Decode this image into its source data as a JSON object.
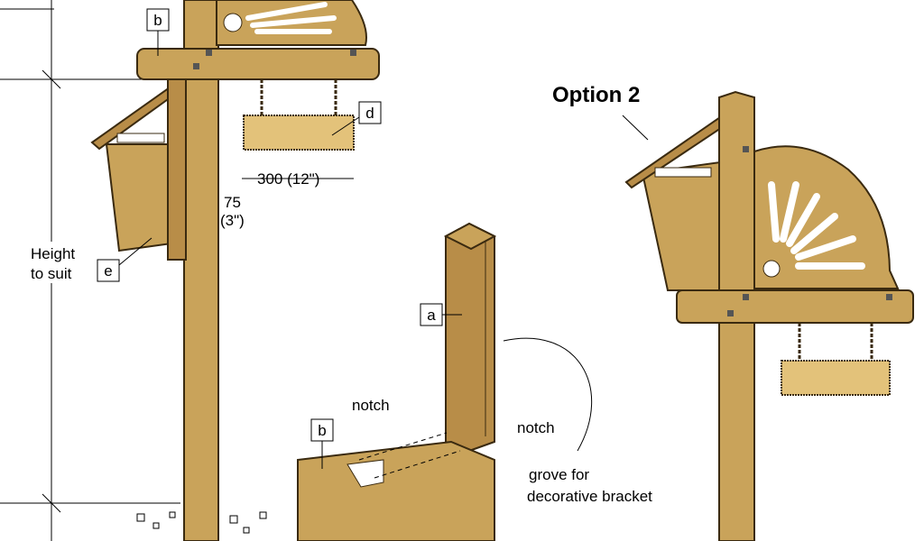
{
  "colors": {
    "wood_light": "#c9a35a",
    "wood_mid": "#b88d48",
    "wood_dark": "#9c7436",
    "outline": "#3a2a10",
    "sign": "#e3c27a"
  },
  "labels": {
    "part_a": "a",
    "part_b": "b",
    "part_b_detail": "b",
    "part_d": "d",
    "part_e": "e",
    "option2": "Option 2",
    "height_line1": "Height",
    "height_line2": "to suit",
    "dim_300": "300 (12\")",
    "dim_75": "75",
    "dim_3": "(3\")",
    "notch_left": "notch",
    "notch_right": "notch",
    "grove_line1": "grove for",
    "grove_line2": "decorative bracket"
  }
}
